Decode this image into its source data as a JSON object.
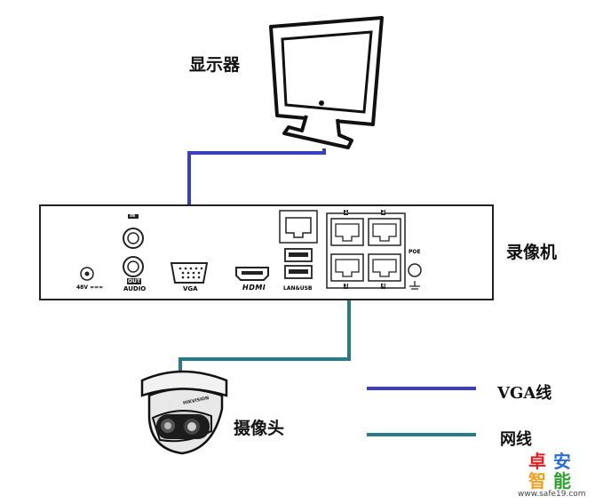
{
  "labels": {
    "monitor": "显示器",
    "recorder": "录像机",
    "camera": "摄像头"
  },
  "recorder_panel": {
    "power": "48V ===",
    "audio_in": "IN",
    "audio_out": "OUT",
    "audio": "AUDIO",
    "vga": "VGA",
    "hdmi": "HDMI",
    "lan_usb": "LAN&USB",
    "poe": "POE",
    "port1": "1",
    "port2": "2",
    "port3": "3",
    "port4": "4"
  },
  "camera_brand": "HIKVISION",
  "legend": [
    {
      "label": "VGA线",
      "color": "#3a3fbf"
    },
    {
      "label": "网线",
      "color": "#2a7a88"
    }
  ],
  "watermark": {
    "chars": [
      "卓",
      "安",
      "智",
      "能"
    ],
    "colors": [
      "#e02020",
      "#2a6fd8",
      "#f0a020",
      "#30a030"
    ],
    "url": "www.safe19.com"
  }
}
